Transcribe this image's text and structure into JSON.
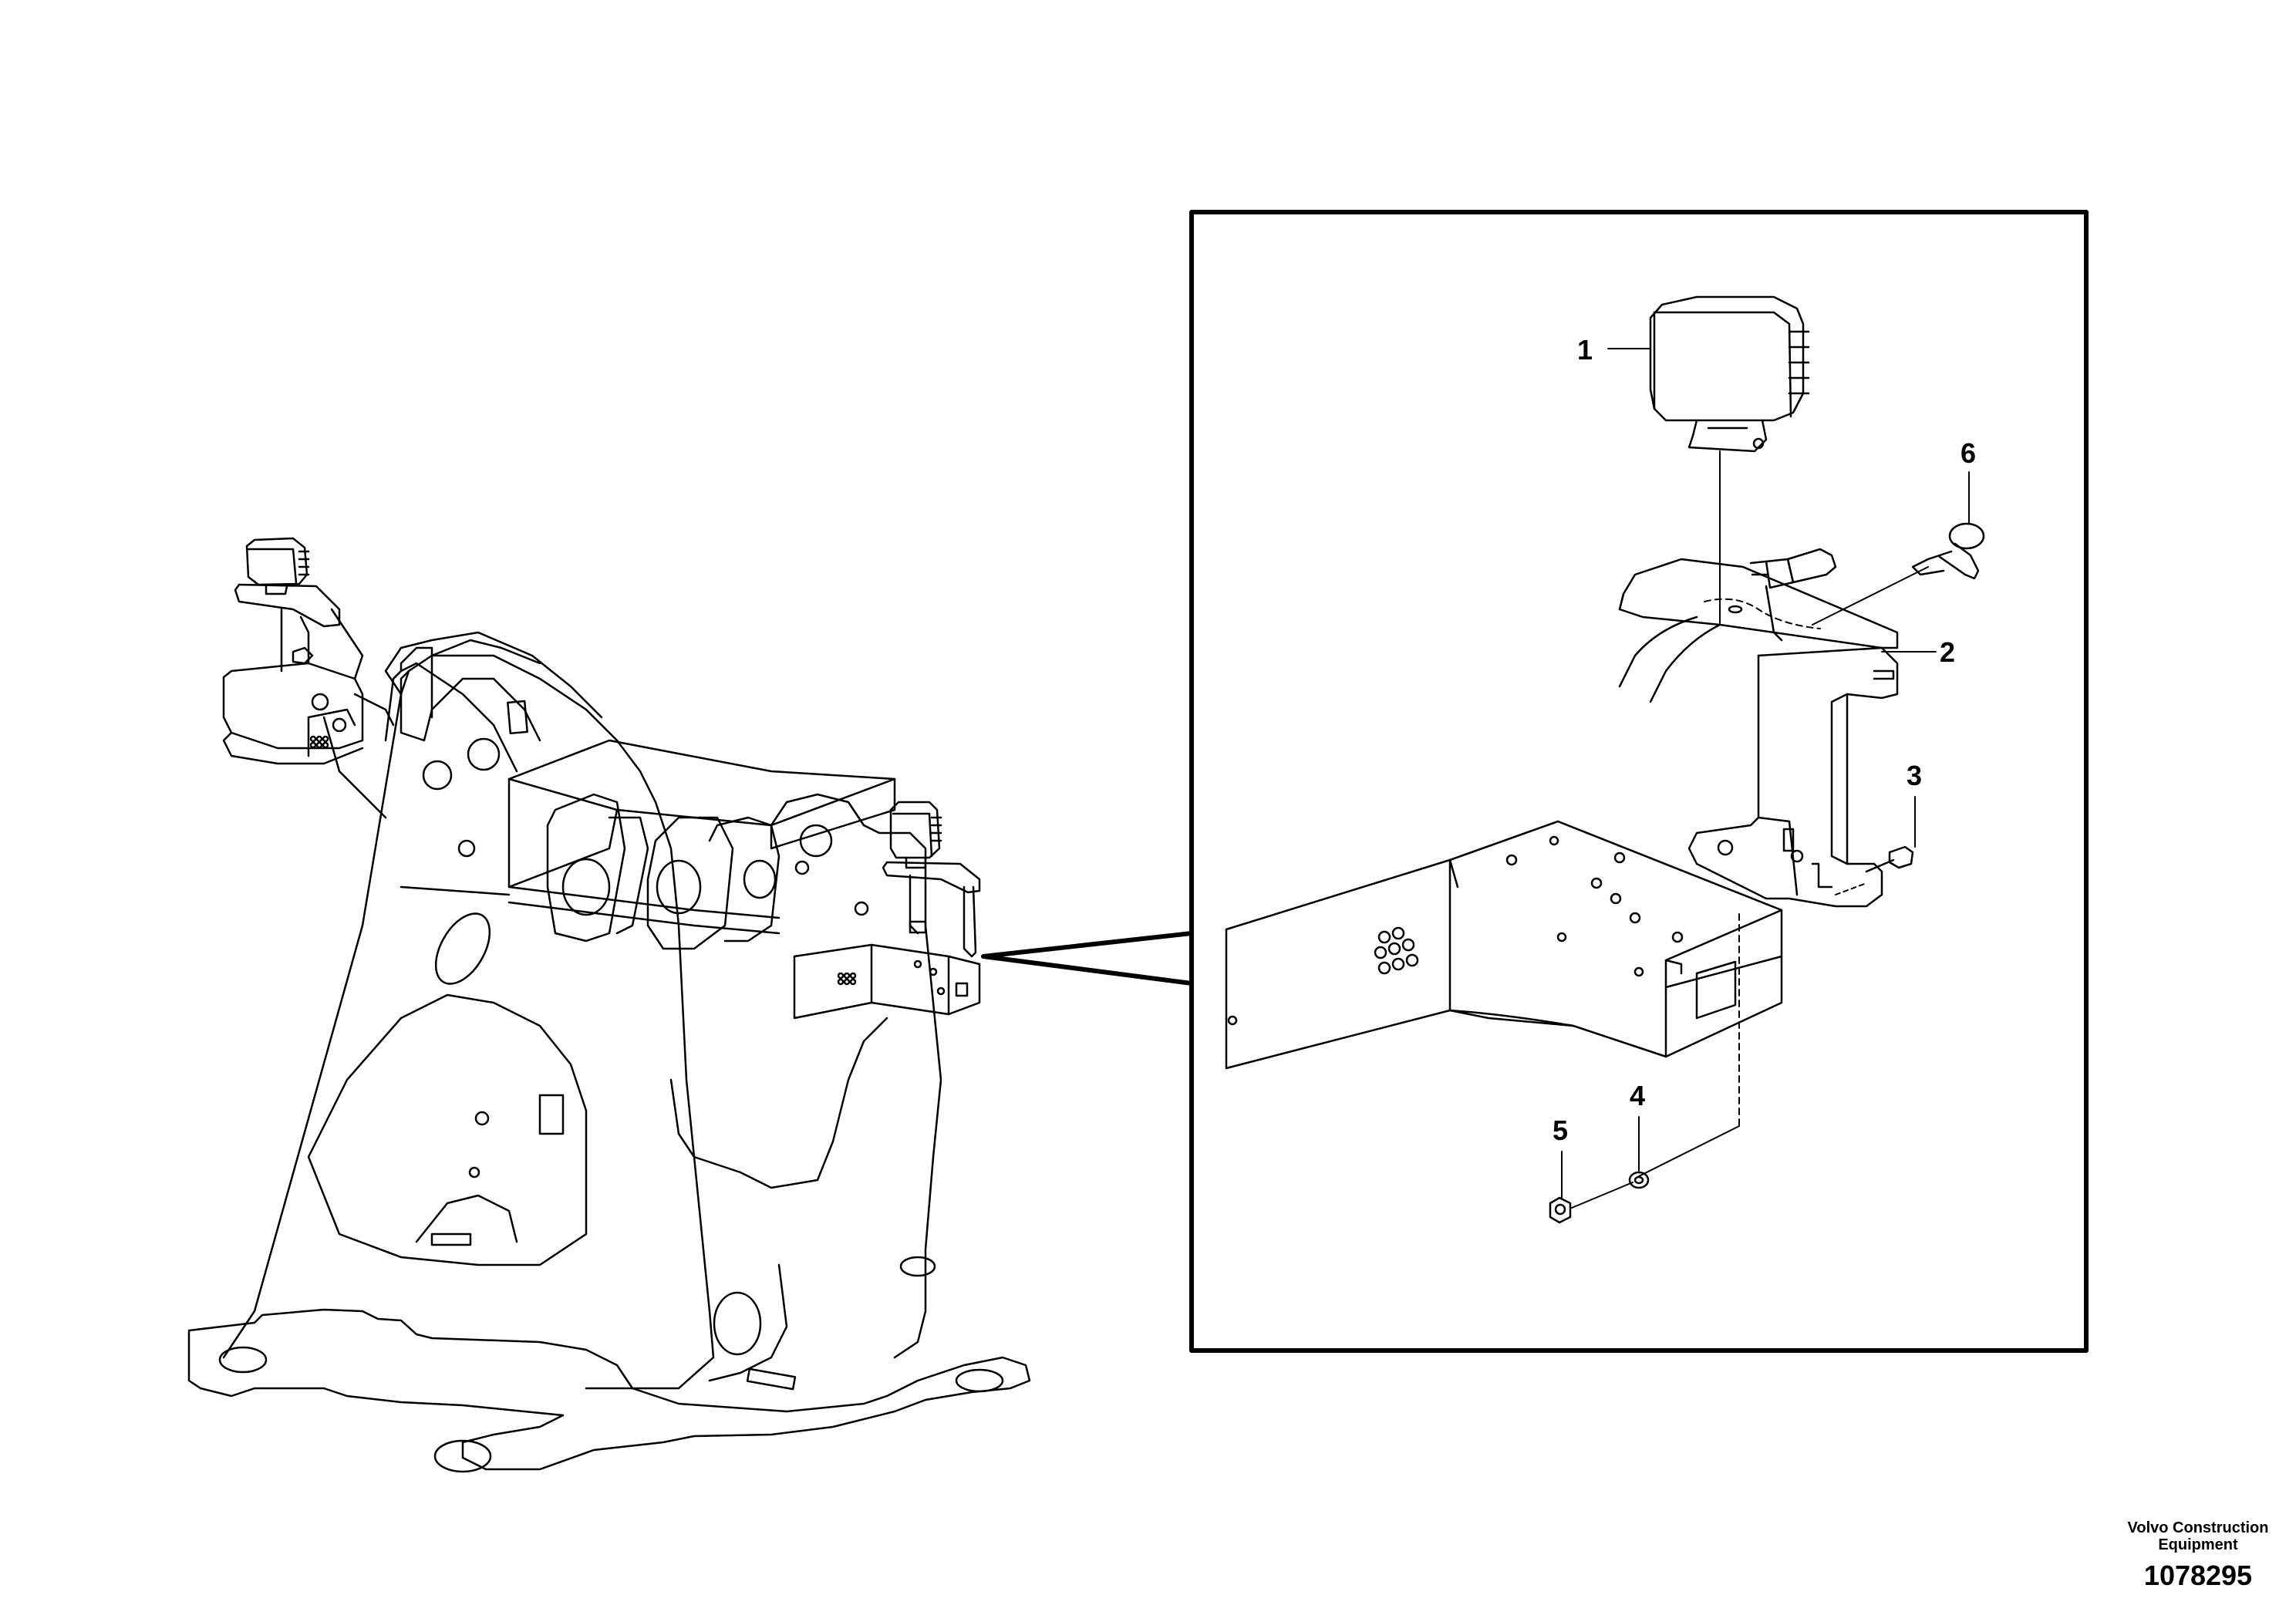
{
  "callouts": {
    "c1": "1",
    "c2": "2",
    "c3": "3",
    "c4": "4",
    "c5": "5",
    "c6": "6"
  },
  "footer": {
    "company_line1": "Volvo Construction",
    "company_line2": "Equipment",
    "drawing_number": "1078295"
  },
  "colors": {
    "line": "#000000",
    "background": "#ffffff"
  }
}
